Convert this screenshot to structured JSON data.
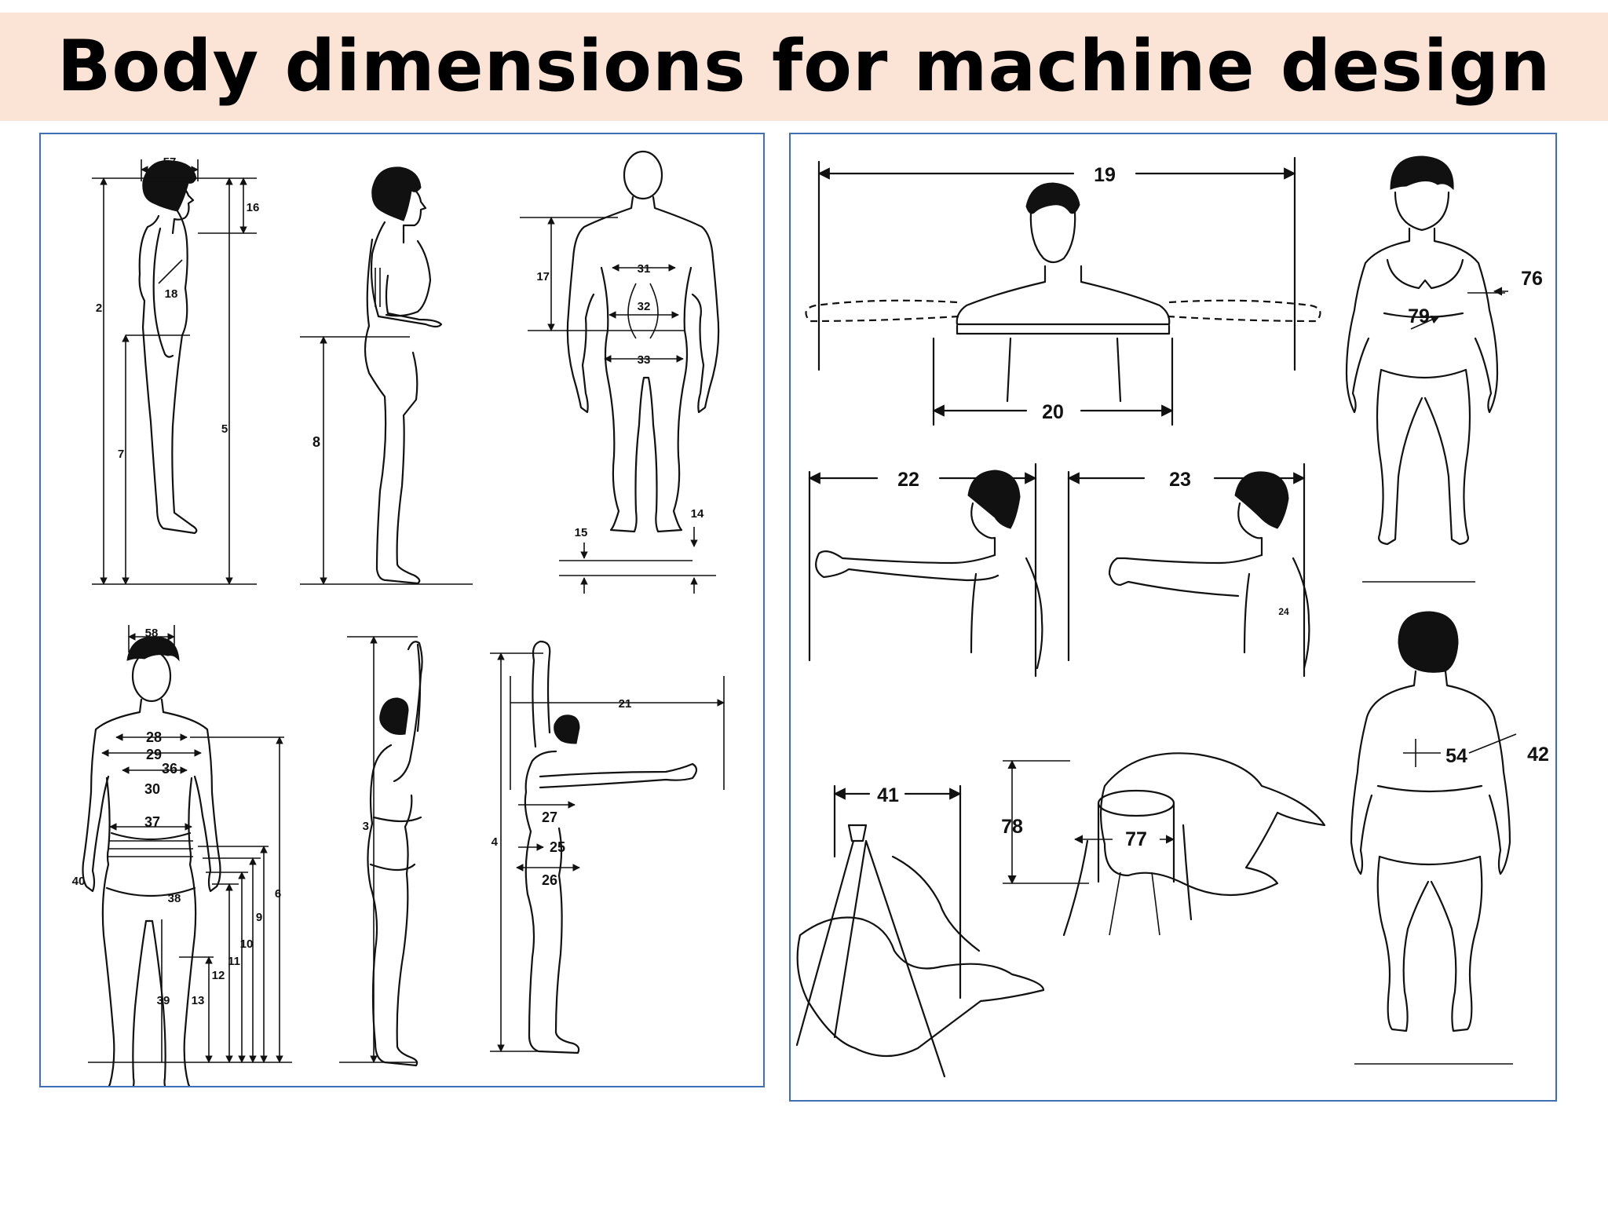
{
  "title": "Body dimensions for machine design",
  "colors": {
    "title_band": "#fbe4d6",
    "panel_border": "#3f6fb5",
    "line": "#111111"
  },
  "left_panel": {
    "labels": [
      "57",
      "16",
      "2",
      "18",
      "7",
      "5",
      "8",
      "31",
      "32",
      "33",
      "17",
      "14",
      "15",
      "58",
      "28",
      "29",
      "36",
      "30",
      "37",
      "40",
      "38",
      "39",
      "13",
      "12",
      "11",
      "10",
      "9",
      "6",
      "3",
      "21",
      "27",
      "25",
      "4",
      "26"
    ]
  },
  "right_panel": {
    "labels": [
      "19",
      "20",
      "76",
      "79",
      "22",
      "23",
      "24",
      "54",
      "42",
      "41",
      "78",
      "77"
    ]
  }
}
